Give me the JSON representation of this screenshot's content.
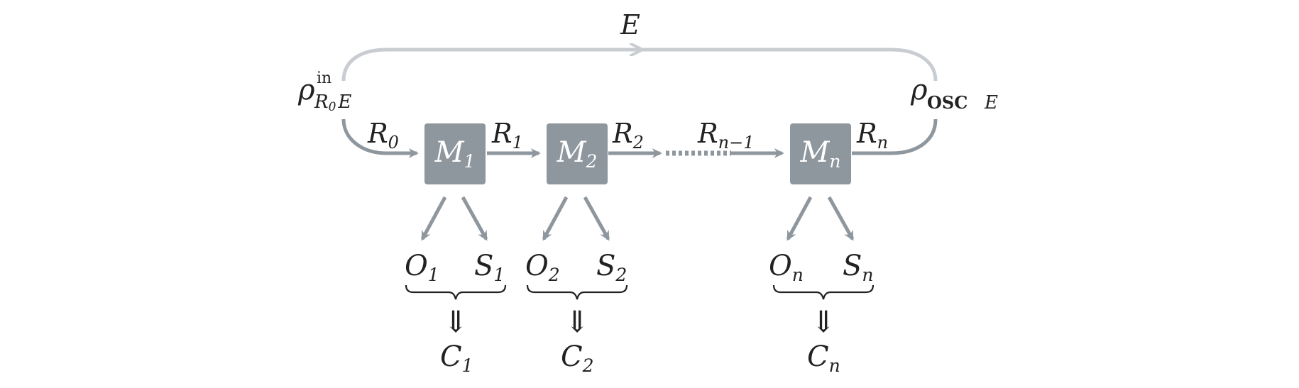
{
  "diagram": {
    "environment_label": "E",
    "input_state": {
      "base": "ρ",
      "superscript": "in",
      "subscript_main": "R",
      "subscript_index": "0",
      "subscript_tail": "E"
    },
    "output_state": {
      "base": "ρ",
      "subscript_bold": "OSC",
      "subscript_tail": "E"
    },
    "registers": [
      {
        "main": "R",
        "sub": "0"
      },
      {
        "main": "R",
        "sub": "1"
      },
      {
        "main": "R",
        "sub": "2"
      },
      {
        "main": "R",
        "sub": "n−1"
      },
      {
        "main": "R",
        "sub": "n"
      }
    ],
    "maps": [
      {
        "main": "M",
        "sub": "1"
      },
      {
        "main": "M",
        "sub": "2"
      },
      {
        "main": "M",
        "sub": "n"
      }
    ],
    "outputs": [
      {
        "o_main": "O",
        "o_sub": "1",
        "s_main": "S",
        "s_sub": "1",
        "c_main": "C",
        "c_sub": "1"
      },
      {
        "o_main": "O",
        "o_sub": "2",
        "s_main": "S",
        "s_sub": "2",
        "c_main": "C",
        "c_sub": "2"
      },
      {
        "o_main": "O",
        "o_sub": "n",
        "s_main": "S",
        "s_sub": "n",
        "c_main": "C",
        "c_sub": "n"
      }
    ],
    "implies_symbol": "⇓",
    "colors": {
      "box": "#8e969e",
      "arrow": "#8e969e",
      "loop": "#c9cdd2",
      "text": "#222222"
    }
  }
}
